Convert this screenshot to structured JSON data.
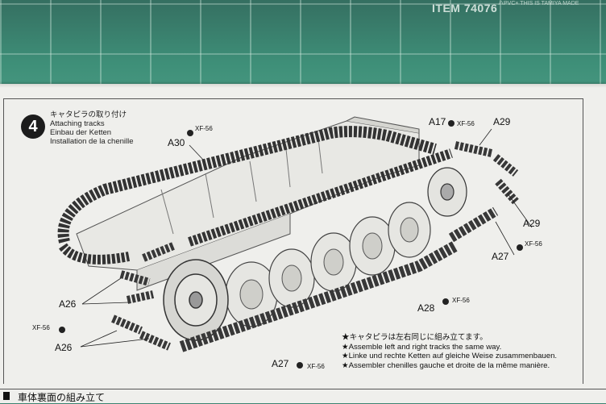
{
  "mat": {
    "item_text": "ITEM 74076",
    "small_text": "ハPVC×  THIS IS TAMIYA  MADE"
  },
  "instruction": {
    "step_number": "4",
    "title_jp": "キャタピラの取り付け",
    "title_en": "Attaching tracks",
    "title_de": "Einbau der Ketten",
    "title_fr": "Installation de la chenille"
  },
  "labels": {
    "a30": "A30",
    "a17": "A17",
    "a29_top": "A29",
    "a29_right": "A29",
    "a27_right": "A27",
    "a28": "A28",
    "a26_upper": "A26",
    "a26_lower": "A26",
    "a27_bottom": "A27"
  },
  "paint": {
    "xf56_a30": "XF-56",
    "xf56_a17": "XF-56",
    "xf56_right": "XF-56",
    "xf56_a28": "XF-56",
    "xf56_left": "XF-56",
    "xf56_bottom": "XF-56"
  },
  "notes": [
    "★キャタピラは左右同じに組み立てます。",
    "★Assemble left and right tracks the same way.",
    "★Linke und rechte Ketten auf gleiche Weise zusammenbauen.",
    "★Assembler chenilles gauche et droite de la même manière."
  ],
  "next_step": {
    "title_jp": "車体裏面の組み立て"
  },
  "colors": {
    "mat": "#3e8f78",
    "paper": "#efefec",
    "ink": "#1c1c1c",
    "track": "#3a3a3a"
  }
}
